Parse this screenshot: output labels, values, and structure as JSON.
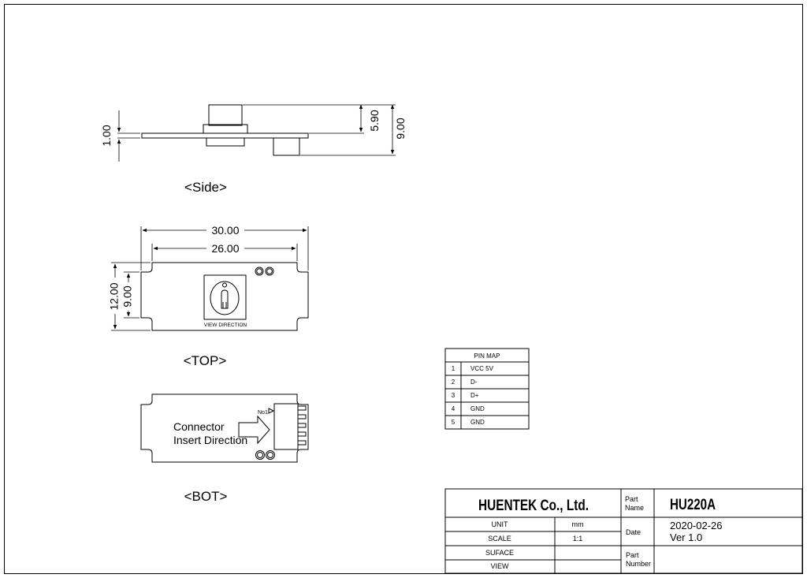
{
  "views": {
    "side": {
      "label": "<Side>",
      "dim_thickness": "1.00",
      "dim_5_90": "5.90",
      "dim_9_00": "9.00"
    },
    "top": {
      "label": "<TOP>",
      "dim_30": "30.00",
      "dim_26": "26.00",
      "dim_12": "12.00",
      "dim_9": "9.00",
      "view_direction": "VIEW DIRECTION"
    },
    "bot": {
      "label": "<BOT>",
      "connector_line1": "Connector",
      "connector_line2": "Insert Direction",
      "no1": "No1"
    }
  },
  "pin_map": {
    "title": "PIN MAP",
    "rows": [
      {
        "num": "1",
        "signal": "VCC 5V"
      },
      {
        "num": "2",
        "signal": "D-"
      },
      {
        "num": "3",
        "signal": "D+"
      },
      {
        "num": "4",
        "signal": "GND"
      },
      {
        "num": "5",
        "signal": "GND"
      }
    ]
  },
  "title_block": {
    "company": "HUENTEK Co., Ltd.",
    "part_name_label_1": "Part",
    "part_name_label_2": "Name",
    "part_name": "HU220A",
    "unit_label": "UNIT",
    "unit_value": "mm",
    "scale_label": "SCALE",
    "scale_value": "1:1",
    "surface_label": "SUFACE",
    "view_label": "VIEW",
    "date_label": "Date",
    "date_value": "2020-02-26",
    "version": "Ver 1.0",
    "part_number_label_1": "Part",
    "part_number_label_2": "Number"
  }
}
